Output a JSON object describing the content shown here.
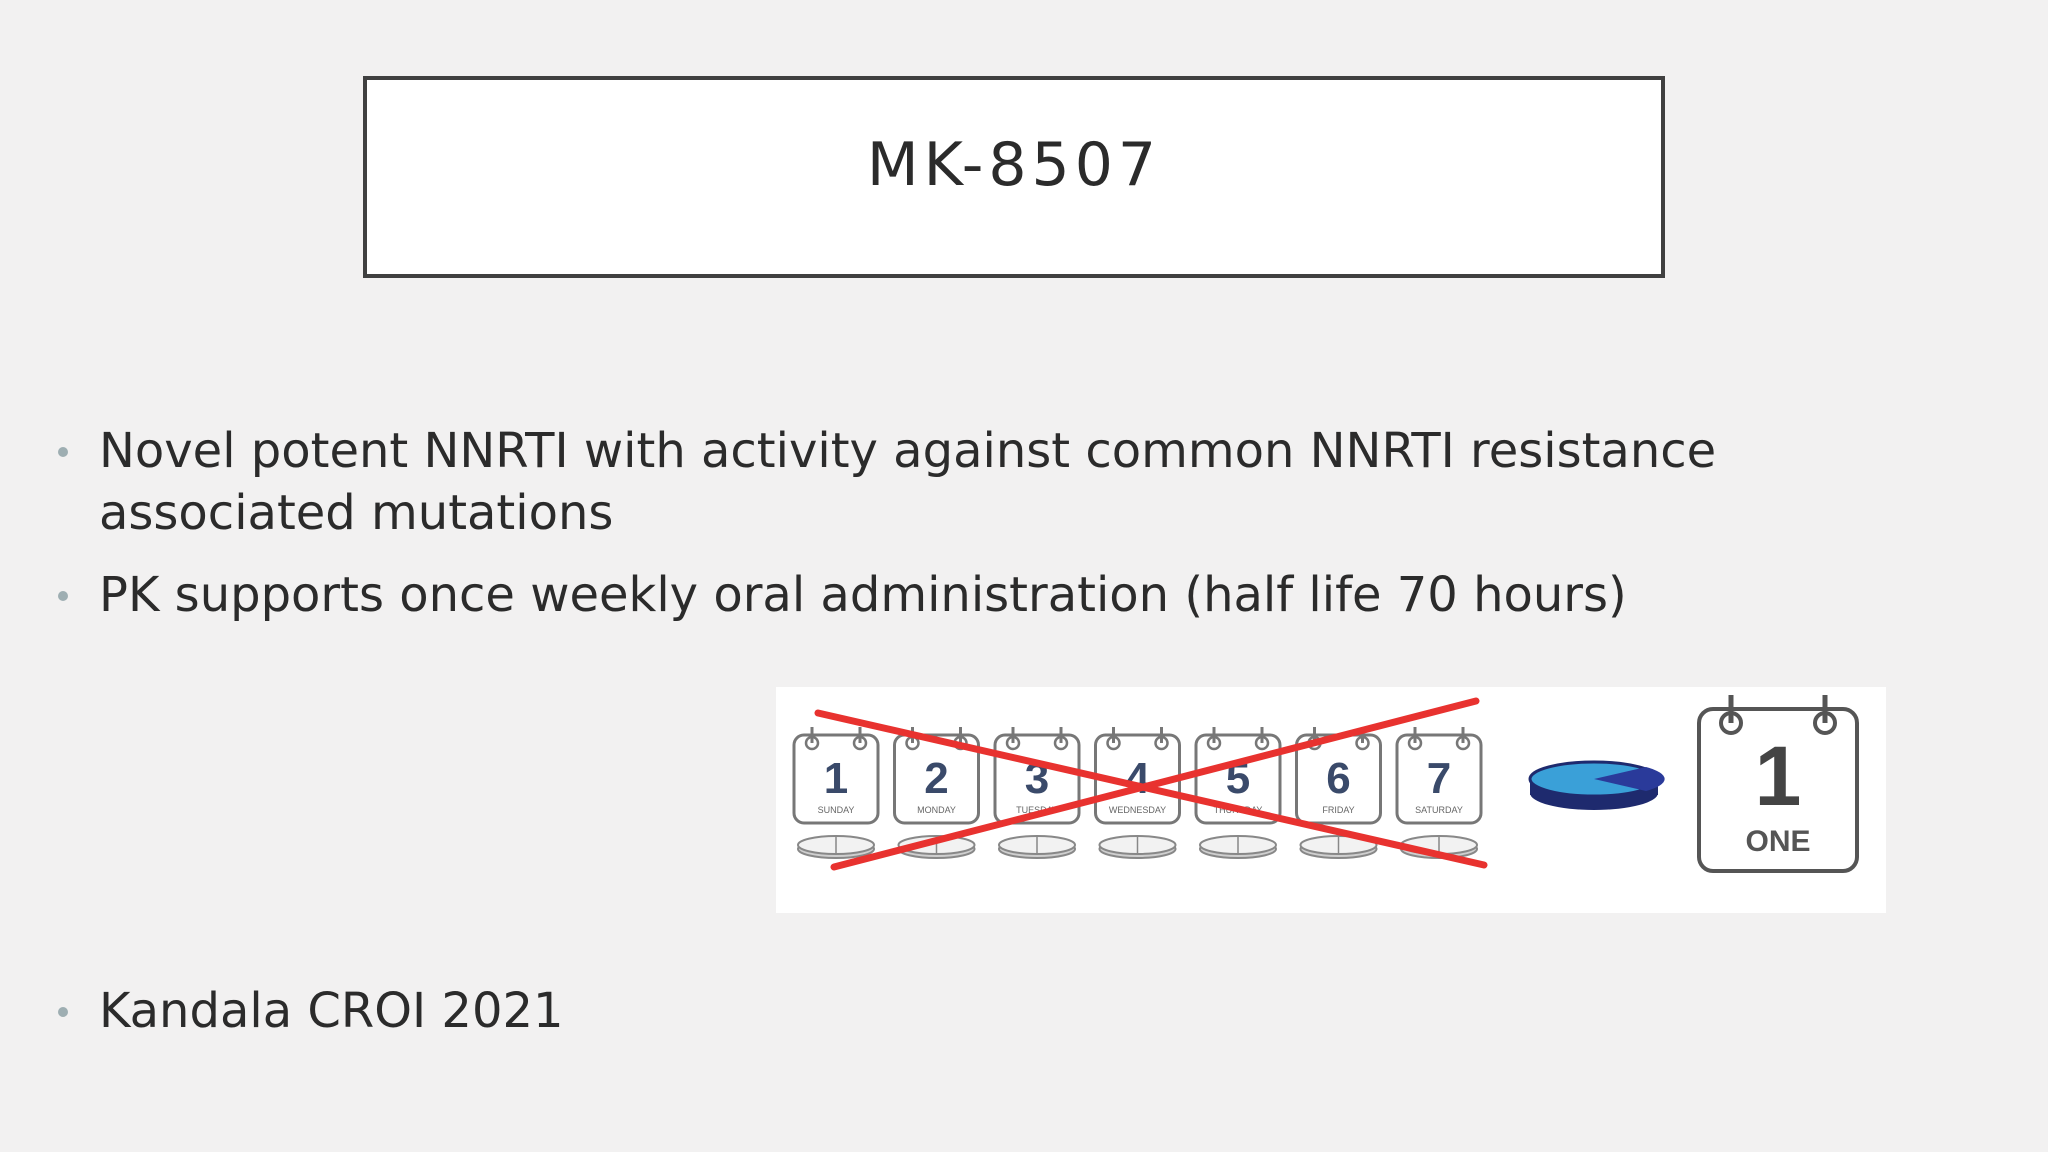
{
  "slide": {
    "title": "MK-8507",
    "bullets": [
      "Novel potent NNRTI with activity against common NNRTI resistance associated mutations",
      "PK supports once weekly oral administration (half life 70 hours)"
    ],
    "reference": "Kandala CROI 2021"
  },
  "figure": {
    "daily_calendar_numbers": [
      "1",
      "2",
      "3",
      "4",
      "5",
      "6",
      "7"
    ],
    "daily_calendar_days": [
      "SUNDAY",
      "MONDAY",
      "TUESDAY",
      "WEDNESDAY",
      "THURSDAY",
      "FRIDAY",
      "SATURDAY"
    ],
    "weekly_calendar_number": "1",
    "weekly_calendar_label": "ONE",
    "colors": {
      "cross": "#e8322f",
      "pill_light": "#3aa0d8",
      "pill_dark": "#2a3a9a",
      "calendar_outline": "#555555"
    }
  }
}
